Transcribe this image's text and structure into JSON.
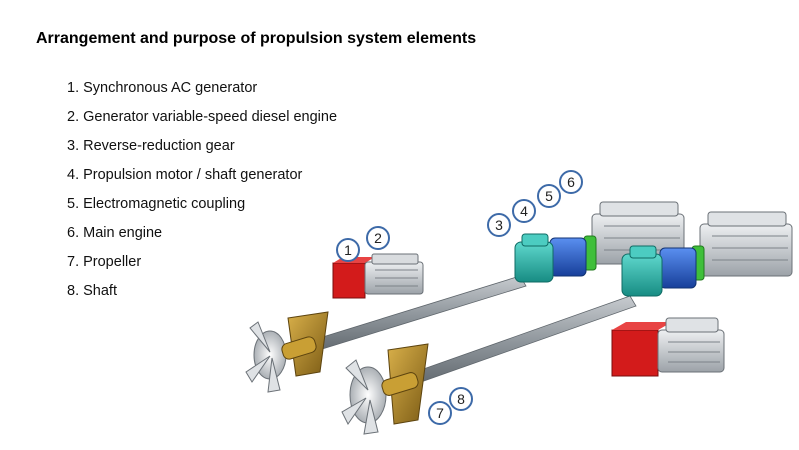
{
  "title": "Arrangement and purpose of propulsion system elements",
  "legend": [
    "1. Synchronous AC generator",
    "2. Generator variable-speed diesel engine",
    "3. Reverse-reduction gear",
    "4. Propulsion motor / shaft generator",
    "5. Electromagnetic coupling",
    "6. Main engine",
    "7. Propeller",
    "8. Shaft"
  ],
  "callouts": [
    "1",
    "2",
    "3",
    "4",
    "5",
    "6",
    "7",
    "8"
  ],
  "colors": {
    "generator": "#d31b1b",
    "gear": "#2ab3a8",
    "motor": "#1f5fd0",
    "coupling": "#3fbf3a",
    "engine": "#c9ccd1",
    "shaft": "#8f969c",
    "propeller_blade": "#b58b24",
    "callout_ring": "#3d6aa8"
  }
}
